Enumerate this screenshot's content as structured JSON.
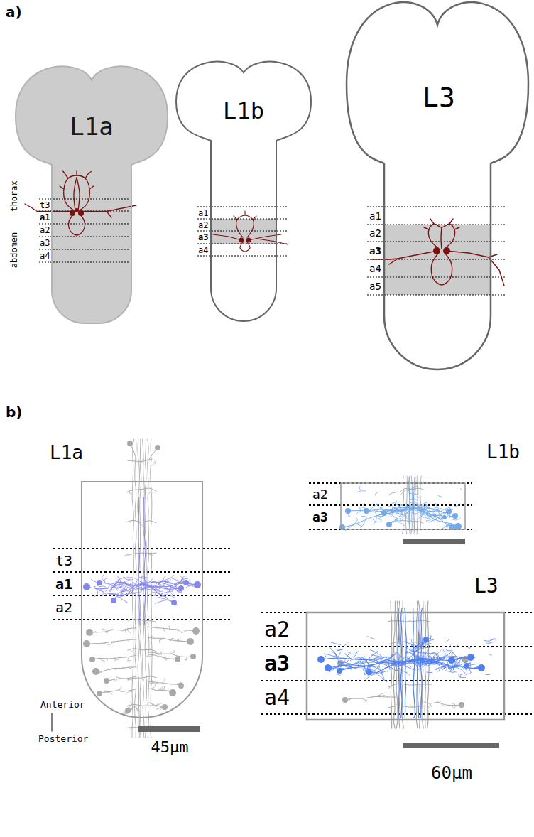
{
  "diagram": {
    "nodes": [
      {
        "text": [
          "L1a"
        ]
      },
      {
        "text": [
          "L1b"
        ]
      },
      {
        "text": [
          "L3"
        ]
      },
      {
        "text": [
          "L1a"
        ]
      },
      {
        "text": [
          "L1b"
        ]
      },
      {
        "text": [
          "L3"
        ]
      }
    ],
    "labels": [
      "a)",
      "thorax",
      "abdomen",
      "t3",
      "a1",
      "a2",
      "a3",
      "a4",
      "a1",
      "a2",
      "a3",
      "a4",
      "a1",
      "a2",
      "a3",
      "a4",
      "a5",
      "b)",
      "t3",
      "a1",
      "a2",
      "Anterior",
      "Posterior",
      "45µm",
      "a2",
      "a3",
      "a2",
      "a3",
      "a4",
      "60µm"
    ]
  }
}
